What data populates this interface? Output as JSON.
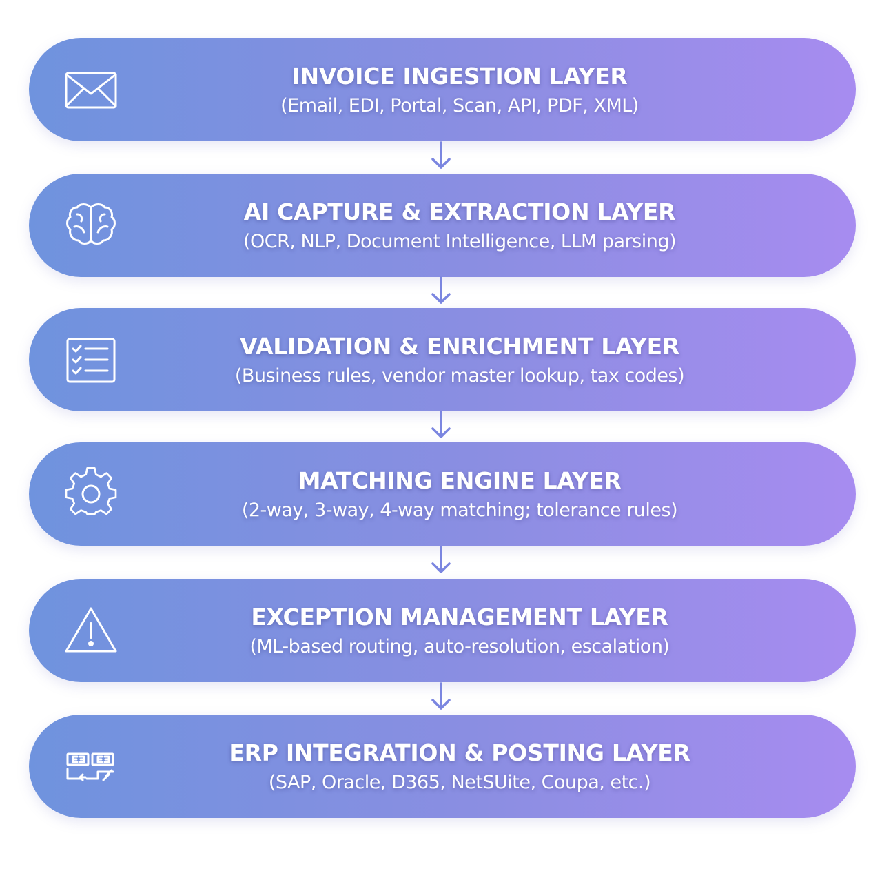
{
  "layers": [
    {
      "title": "INVOICE INGESTION LAYER",
      "subtitle": "(Email, EDI, Portal, Scan, API, PDF, XML)",
      "icon": "envelope-icon"
    },
    {
      "title": "AI CAPTURE & EXTRACTION LAYER",
      "subtitle": "(OCR, NLP, Document Intelligence, LLM parsing)",
      "icon": "brain-icon"
    },
    {
      "title": "VALIDATION & ENRICHMENT LAYER",
      "subtitle": "(Business rules, vendor master lookup, tax codes)",
      "icon": "checklist-icon"
    },
    {
      "title": "MATCHING ENGINE LAYER",
      "subtitle": "(2-way, 3-way, 4-way matching; tolerance rules)",
      "icon": "gear-icon"
    },
    {
      "title": "EXCEPTION MANAGEMENT LAYER",
      "subtitle": "(ML-based routing, auto-resolution, escalation)",
      "icon": "warning-icon"
    },
    {
      "title": "ERP INTEGRATION & POSTING LAYER",
      "subtitle": "(SAP, Oracle, D365, NetSUite, Coupa, etc.)",
      "icon": "erp-integration-icon"
    }
  ],
  "colors": {
    "gradient_start": "#6f93de",
    "gradient_end": "#a78cf0",
    "arrow": "#7b86e0",
    "text": "#ffffff"
  }
}
